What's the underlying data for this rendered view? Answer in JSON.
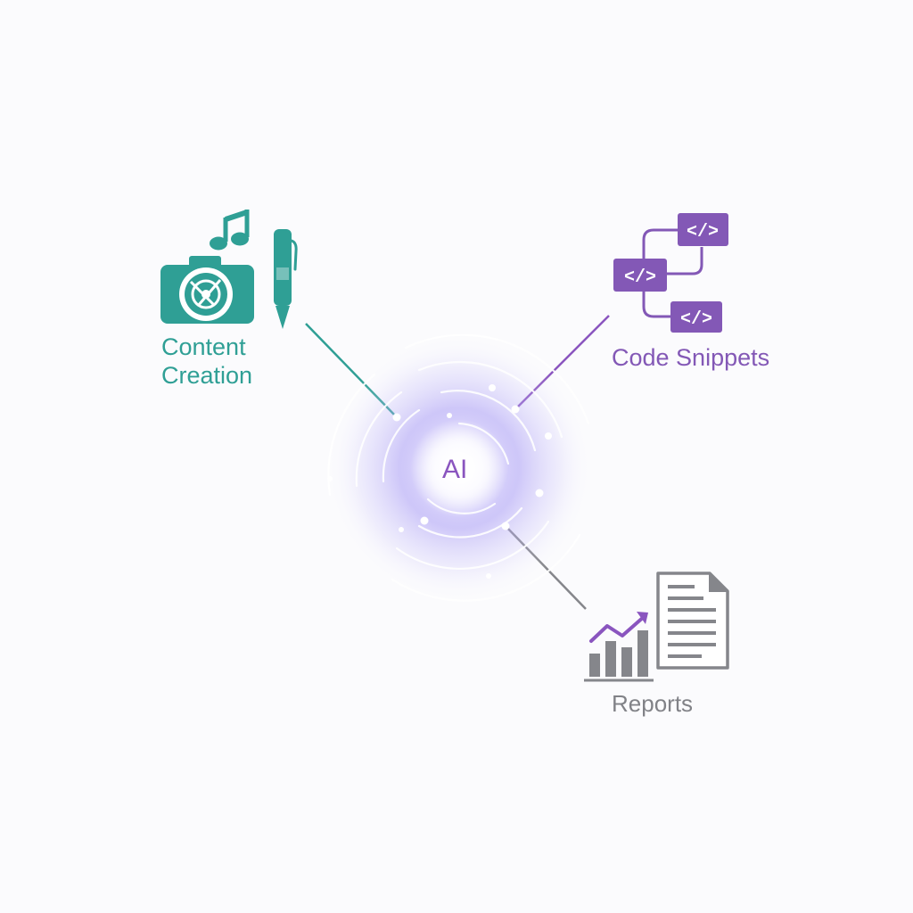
{
  "center": {
    "label": "AI"
  },
  "nodes": {
    "content": {
      "line1": "Content",
      "line2": "Creation"
    },
    "code": {
      "label": "Code Snippets",
      "tag": "</>"
    },
    "reports": {
      "label": "Reports"
    }
  },
  "colors": {
    "teal": "#2f9f95",
    "purple": "#8358b6",
    "gray": "#818287",
    "glow": "#9a8cf2"
  }
}
